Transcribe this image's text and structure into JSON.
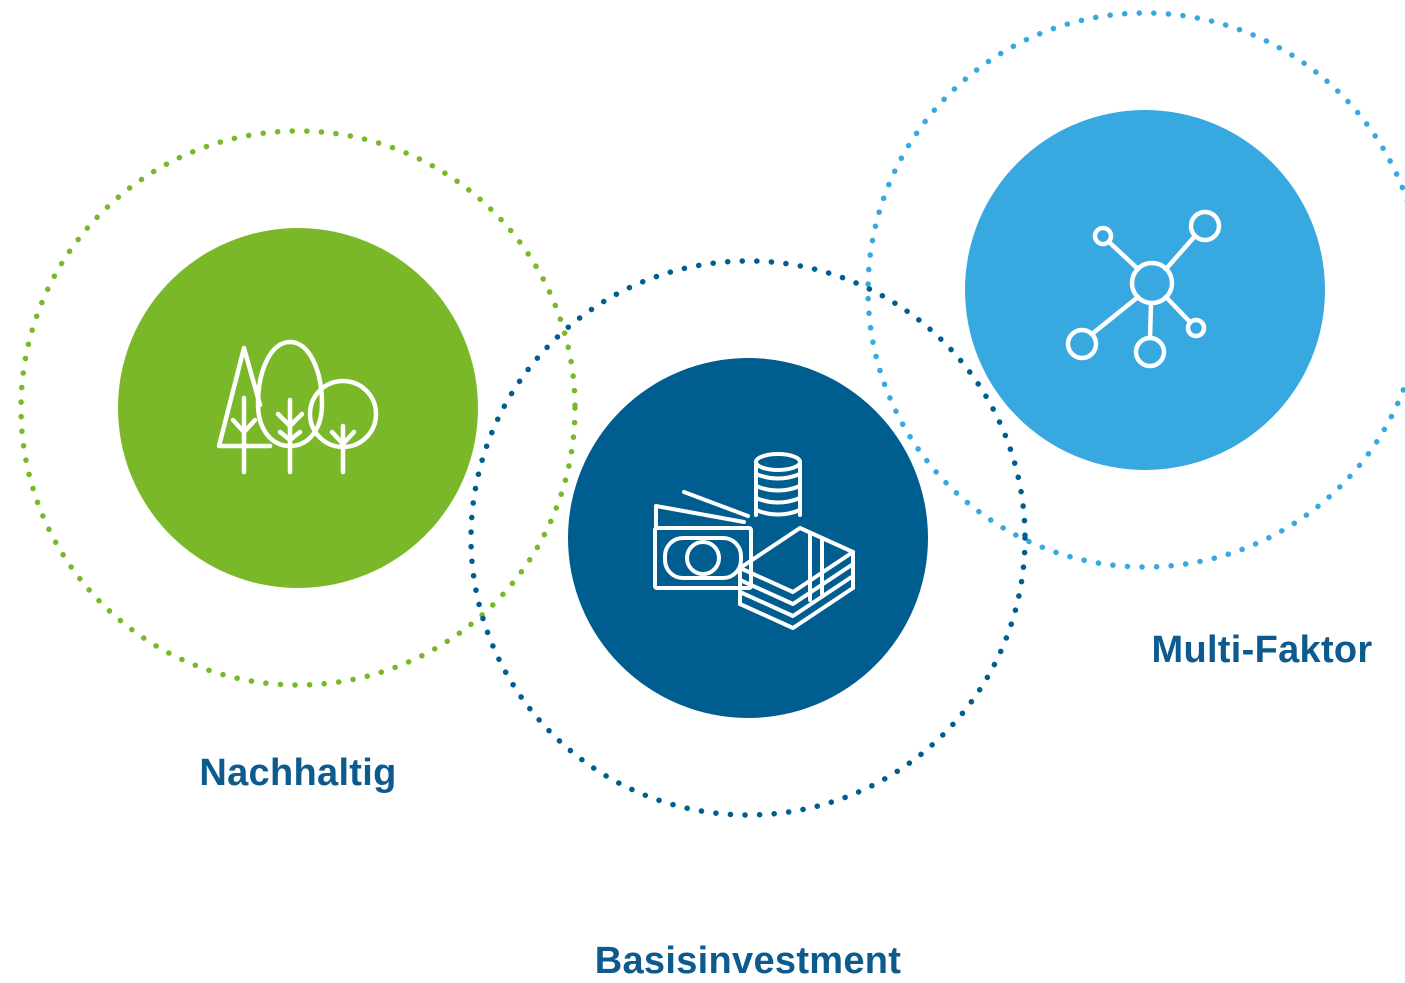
{
  "colors": {
    "green": "#7ab829",
    "navy": "#005d8f",
    "lightblue": "#38a8e0",
    "label_text": "#0d5b8e",
    "icon_stroke": "#ffffff"
  },
  "categories": [
    {
      "key": "green",
      "label": "Nachhaltig",
      "icon": "trees-icon",
      "color": "#7ab829"
    },
    {
      "key": "navy",
      "label": "Basisinvestment",
      "icon": "money-coins-icon",
      "color": "#005d8f"
    },
    {
      "key": "lightblue",
      "label": "Multi-Faktor",
      "icon": "network-nodes-icon",
      "color": "#38a8e0"
    }
  ]
}
